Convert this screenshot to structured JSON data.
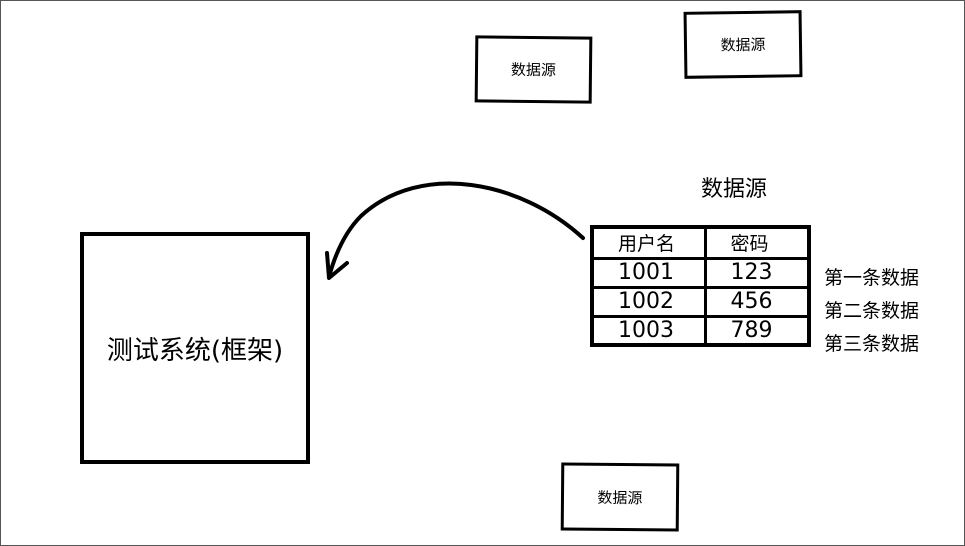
{
  "sources": {
    "box1": "数据源",
    "box2": "数据源",
    "box3": "数据源"
  },
  "system": {
    "label": "测试系统(框架)"
  },
  "data_table": {
    "title": "数据源",
    "headers": [
      "用户名",
      "密码"
    ],
    "rows": [
      [
        "1001",
        "123"
      ],
      [
        "1002",
        "456"
      ],
      [
        "1003",
        "789"
      ]
    ],
    "row_labels": [
      "第一条数据",
      "第二条数据",
      "第三条数据"
    ]
  }
}
